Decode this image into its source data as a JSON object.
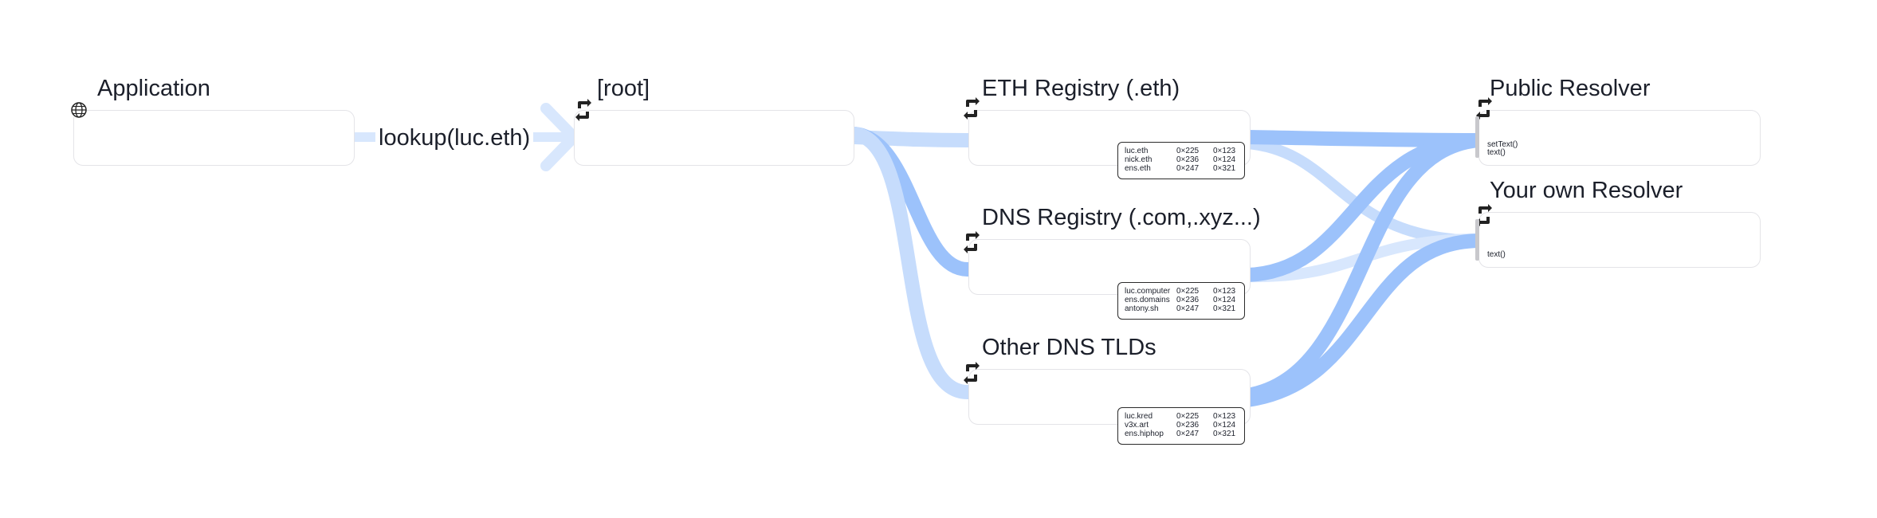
{
  "colors": {
    "flow": "#9cc2fb",
    "flow_light": "#c6dcfc",
    "box_border": "#e4e4e8",
    "text": "#1b1f2a"
  },
  "icons": {
    "app": "globe-icon",
    "node": "sync-icon"
  },
  "edge_label": "lookup(luc.eth)",
  "nodes": {
    "application": {
      "title": "Application"
    },
    "root": {
      "title": "[root]"
    },
    "eth_registry": {
      "title": "ETH Registry (.eth)",
      "records": [
        {
          "name": "luc.eth",
          "a": "0×225",
          "b": "0×123"
        },
        {
          "name": "nick.eth",
          "a": "0×236",
          "b": "0×124"
        },
        {
          "name": "ens.eth",
          "a": "0×247",
          "b": "0×321"
        }
      ]
    },
    "dns_registry": {
      "title": "DNS Registry (.com,.xyz...)",
      "records": [
        {
          "name": "luc.computer",
          "a": "0×225",
          "b": "0×123"
        },
        {
          "name": "ens.domains",
          "a": "0×236",
          "b": "0×124"
        },
        {
          "name": "antony.sh",
          "a": "0×247",
          "b": "0×321"
        }
      ]
    },
    "other_dns": {
      "title": "Other DNS TLDs",
      "records": [
        {
          "name": "luc.kred",
          "a": "0×225",
          "b": "0×123"
        },
        {
          "name": "v3x.art",
          "a": "0×236",
          "b": "0×124"
        },
        {
          "name": "ens.hiphop",
          "a": "0×247",
          "b": "0×321"
        }
      ]
    },
    "public_resolver": {
      "title": "Public Resolver",
      "methods": [
        "setText()",
        "text()"
      ]
    },
    "own_resolver": {
      "title": "Your own Resolver",
      "methods": [
        "text()"
      ]
    }
  }
}
